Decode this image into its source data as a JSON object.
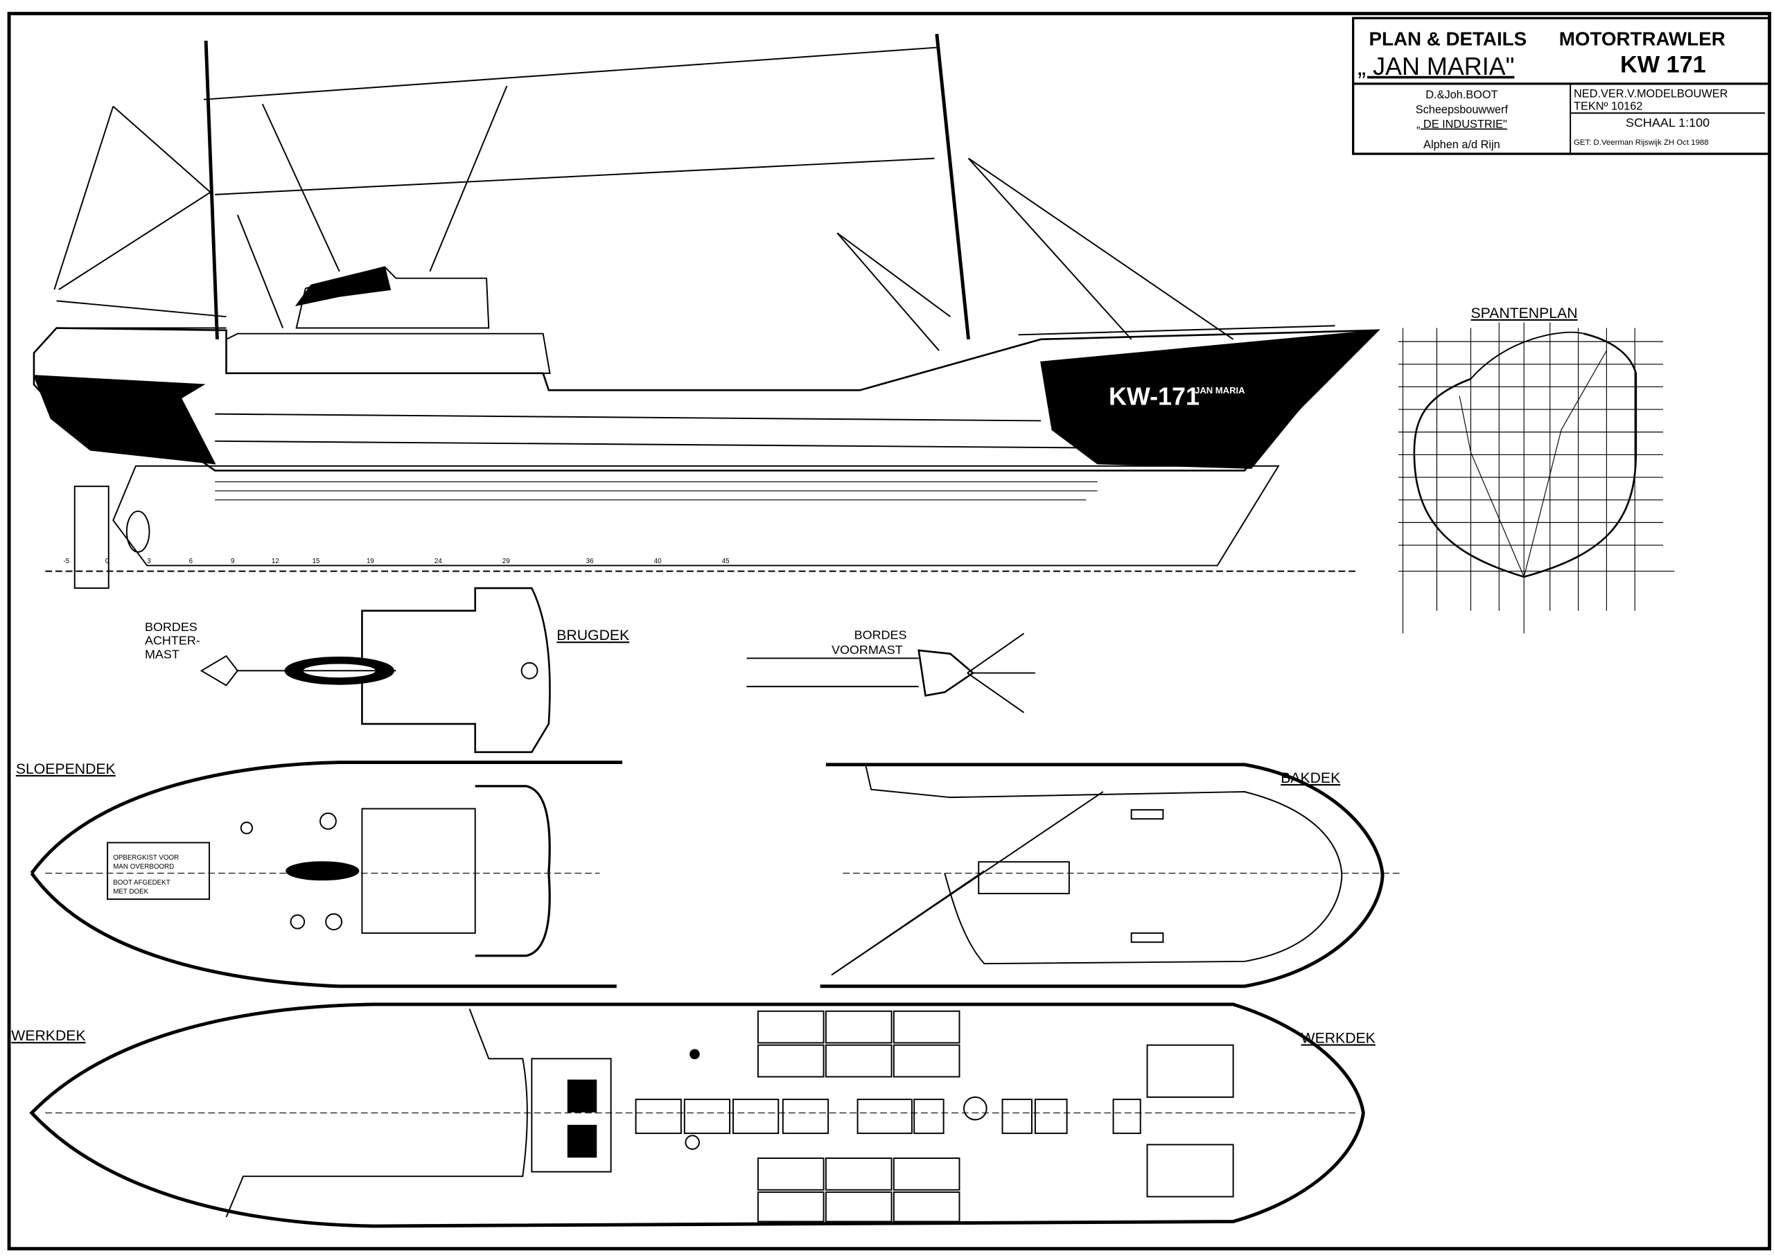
{
  "title_block": {
    "plan_title": "PLAN & DETAILS",
    "vessel_type": "MOTORTRAWLER",
    "vessel_name": "„ JAN  MARIA\"",
    "registration": "KW 171",
    "builder_line1": "D.&Joh.BOOT",
    "builder_line2": "Scheepsbouwwerf",
    "builder_line3": "„ DE INDUSTRIE\"",
    "builder_line4": "Alphen a/d Rijn",
    "association": "NED.VER.V.MODELBOUWER",
    "drawing_number": "TEKNº 10162",
    "scale": "SCHAAL 1:100",
    "drawn_by": "GET: D.Veerman  Rijswijk ZH  Oct 1988"
  },
  "hull_markings": {
    "registration": "KW-171",
    "name": "JAN MARIA"
  },
  "views": {
    "body_plan": "SPANTENPLAN",
    "bordes_achtermast": [
      "BORDES",
      "ACHTER-",
      "MAST"
    ],
    "brugdek": "BRUGDEK",
    "bordes_voormast": [
      "BORDES",
      "VOORMAST"
    ],
    "sloependek": "SLOEPENDEK",
    "bakdek": "BAKDEK",
    "werkdek_left": "WERKDEK",
    "werkdek_right": "WERKDEK"
  },
  "frame_ticks": [
    "-5",
    "0",
    "3",
    "6",
    "9",
    "12",
    "15",
    "19",
    "24",
    "29",
    "36",
    "40",
    "45"
  ],
  "deck_notes": {
    "stow_box": [
      "OPBERGKIST VOOR",
      "MAN OVERBOORD"
    ],
    "boat": [
      "BOOT AFGEDEKT",
      "MET DOEK"
    ]
  }
}
